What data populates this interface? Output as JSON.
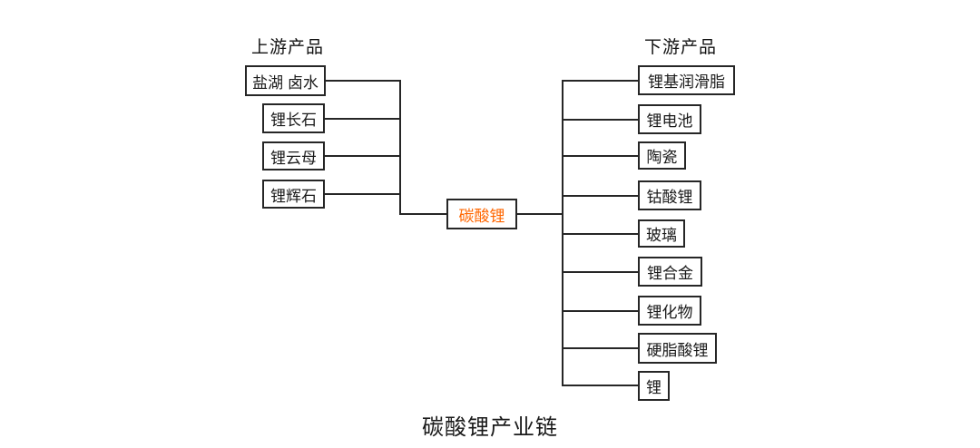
{
  "diagram": {
    "title": "碳酸锂产业链",
    "center": {
      "label": "碳酸锂",
      "accent_color": "#ff6600"
    },
    "upstream": {
      "header": "上游产品",
      "items": [
        "盐湖 卤水",
        "锂长石",
        "锂云母",
        "锂辉石"
      ]
    },
    "downstream": {
      "header": "下游产品",
      "items": [
        "锂基润滑脂",
        "锂电池",
        "陶瓷",
        "钴酸锂",
        "玻璃",
        "锂合金",
        "锂化物",
        "硬脂酸锂",
        "锂"
      ]
    },
    "colors": {
      "line": "#262626",
      "text": "#1a1a1a",
      "background": "#ffffff"
    }
  }
}
